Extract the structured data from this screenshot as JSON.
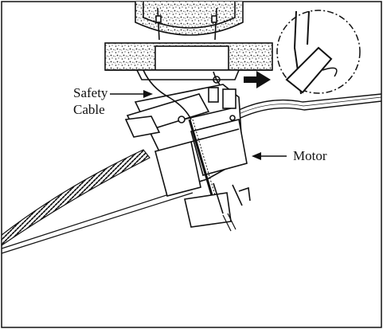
{
  "figure": {
    "labels": {
      "safety_cable_line1": "Safety",
      "safety_cable_line2": "Cable",
      "motor": "Motor"
    },
    "icons": [
      "ceiling-mount-icon",
      "motor-housing-icon",
      "safety-cable-icon",
      "zoom-detail-icon",
      "wire-conduit-icon"
    ],
    "colors": {
      "line": "#111111",
      "fill": "#ffffff",
      "speckle": "#222222"
    }
  }
}
